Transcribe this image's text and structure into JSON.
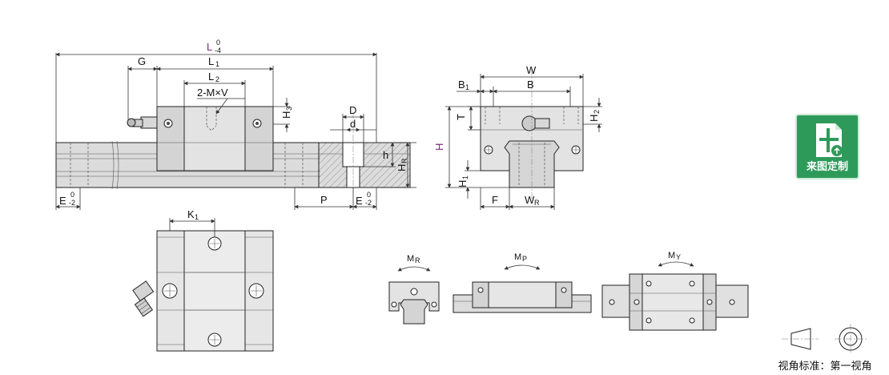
{
  "dims": {
    "L": "L",
    "L_tol_upper": "0",
    "L_tol_lower": "-4",
    "L1": "L",
    "L1_sub": "1",
    "L2": "L",
    "L2_sub": "2",
    "G": "G",
    "tap": "2-M×V",
    "H3": "H",
    "H3_sub": "3",
    "D": "D",
    "d": "d",
    "h": "h",
    "HR": "H",
    "HR_sub": "R",
    "E_left": "E",
    "E_tol_upper": "0",
    "E_tol_lower": "-2",
    "P": "P",
    "E_right": "E",
    "W": "W",
    "B": "B",
    "B1": "B",
    "B1_sub": "1",
    "T": "T",
    "H2": "H",
    "H2_sub": "2",
    "H": "H",
    "H1": "H",
    "H1_sub": "1",
    "F": "F",
    "WR": "W",
    "WR_sub": "R",
    "K1": "K",
    "K1_sub": "1"
  },
  "moments": {
    "MR": "M",
    "MR_sub": "R",
    "MP": "M",
    "MP_sub": "P",
    "MY": "M",
    "MY_sub": "Y"
  },
  "badge": {
    "label": "来图定制",
    "icon": "drawing-upload-icon"
  },
  "projection": {
    "caption": "视角标准：第一视角"
  },
  "colors": {
    "body_fill": "#e6e6e6",
    "rail_fill": "#d9d9d9",
    "badge_green": "#2e9a5a",
    "accent_purple": "#7a2a7a"
  }
}
